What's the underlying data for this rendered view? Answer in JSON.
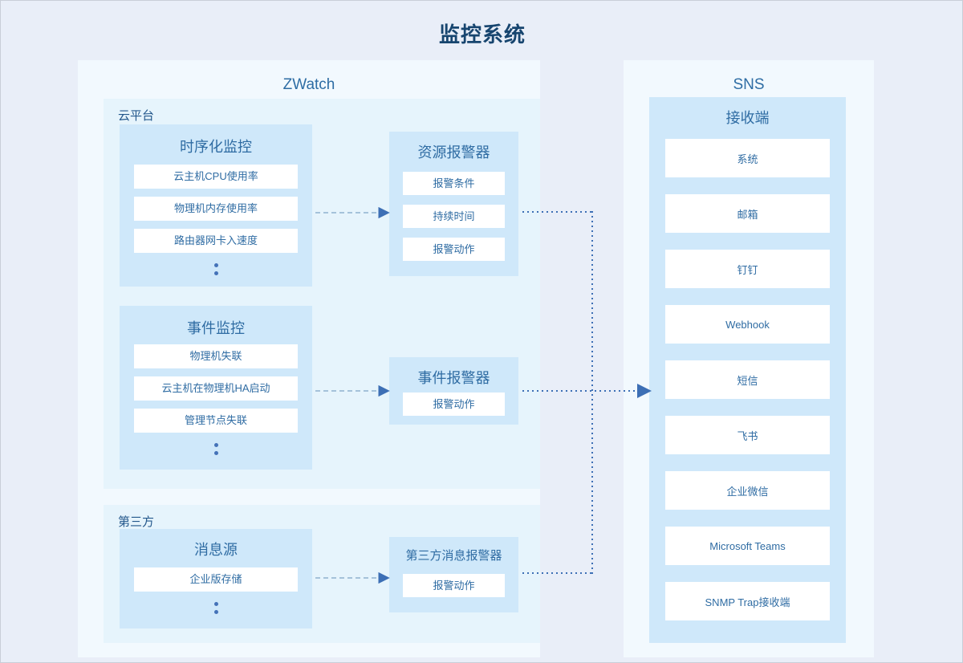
{
  "title": "监控系统",
  "colors": {
    "page_background": "#e9eef8",
    "panel_background": "#f2f9fe",
    "group_background": "#e6f4fc",
    "card_background": "#cfe8fa",
    "item_background": "#ffffff",
    "text_primary": "#17456f",
    "text_secondary": "#2f6ca3",
    "connector_dashed": "#8fb2cf",
    "connector_dotted": "#3d6fb5",
    "arrow": "#3d6fb5"
  },
  "panels": {
    "zwatch": {
      "title": "ZWatch",
      "groups": [
        {
          "label": "云平台",
          "cards": [
            {
              "title": "时序化监控",
              "items": [
                "云主机CPU使用率",
                "物理机内存使用率",
                "路由器网卡入速度"
              ],
              "ellipsis": true
            },
            {
              "title": "事件监控",
              "items": [
                "物理机失联",
                "云主机在物理机HA启动",
                "管理节点失联"
              ],
              "ellipsis": true
            }
          ]
        },
        {
          "label": "第三方",
          "cards": [
            {
              "title": "消息源",
              "items": [
                "企业版存储"
              ],
              "ellipsis": true
            }
          ]
        }
      ],
      "alarmers": [
        {
          "title": "资源报警器",
          "items": [
            "报警条件",
            "持续时间",
            "报警动作"
          ]
        },
        {
          "title": "事件报警器",
          "items": [
            "报警动作"
          ]
        },
        {
          "title": "第三方消息报警器",
          "items": [
            "报警动作"
          ]
        }
      ]
    },
    "sns": {
      "title": "SNS",
      "receiver": {
        "title": "接收端",
        "items": [
          "系统",
          "邮箱",
          "钉钉",
          "Webhook",
          "短信",
          "飞书",
          "企业微信",
          "Microsoft Teams",
          "SNMP Trap接收端"
        ]
      }
    }
  }
}
